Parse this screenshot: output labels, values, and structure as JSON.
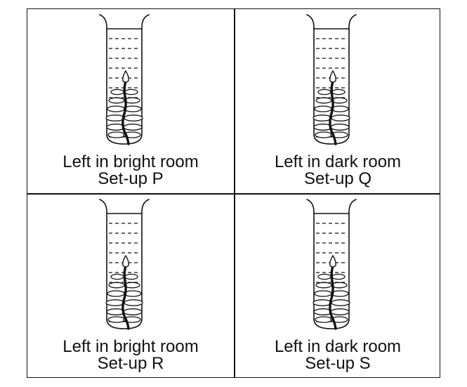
{
  "setups": [
    {
      "condition": "Left in bright room",
      "label": "Set-up P"
    },
    {
      "condition": "Left in dark room",
      "label": "Set-up Q"
    },
    {
      "condition": "Left in bright room",
      "label": "Set-up R"
    },
    {
      "condition": "Left in dark room",
      "label": "Set-up S"
    }
  ]
}
